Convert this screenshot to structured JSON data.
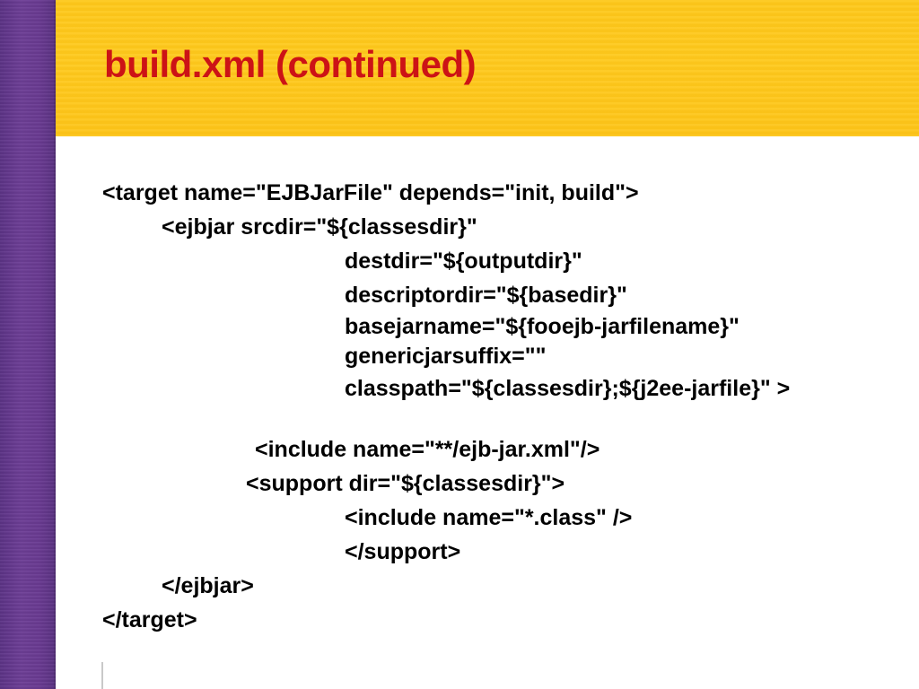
{
  "slide": {
    "title": "build.xml (continued)",
    "title_color": "#cc1316",
    "header_band_color": "#fdc81b",
    "side_band_color": "#6a3b92",
    "body_text_color": "#000000",
    "background_color": "#ffffff"
  },
  "code": {
    "language": "xml",
    "lines": [
      {
        "text": "<target name=\"EJBJarFile\" depends=\"init, build\">",
        "indent": 0
      },
      {
        "text": "<ejbjar srcdir=\"${classesdir}\"",
        "indent": 1
      },
      {
        "text": "destdir=\"${outputdir}\"",
        "indent": 3
      },
      {
        "text": "descriptordir=\"${basedir}\"",
        "indent": 3
      },
      {
        "text": "basejarname=\"${fooejb-jarfilename}\"",
        "indent": 3
      },
      {
        "text": "genericjarsuffix=\"\"",
        "indent": 3
      },
      {
        "text": "classpath=\"${classesdir};${j2ee-jarfile}\" >",
        "indent": 3
      },
      {
        "text": "",
        "indent": 0
      },
      {
        "text": "<include name=\"**/ejb-jar.xml\"/>",
        "indent": 2
      },
      {
        "text": "<support dir=\"${classesdir}\">",
        "indent": 2
      },
      {
        "text": "<include name=\"*.class\" />",
        "indent": 3
      },
      {
        "text": "</support>",
        "indent": 3
      },
      {
        "text": "</ejbjar>",
        "indent": 1
      },
      {
        "text": "</target>",
        "indent": 0
      }
    ]
  }
}
